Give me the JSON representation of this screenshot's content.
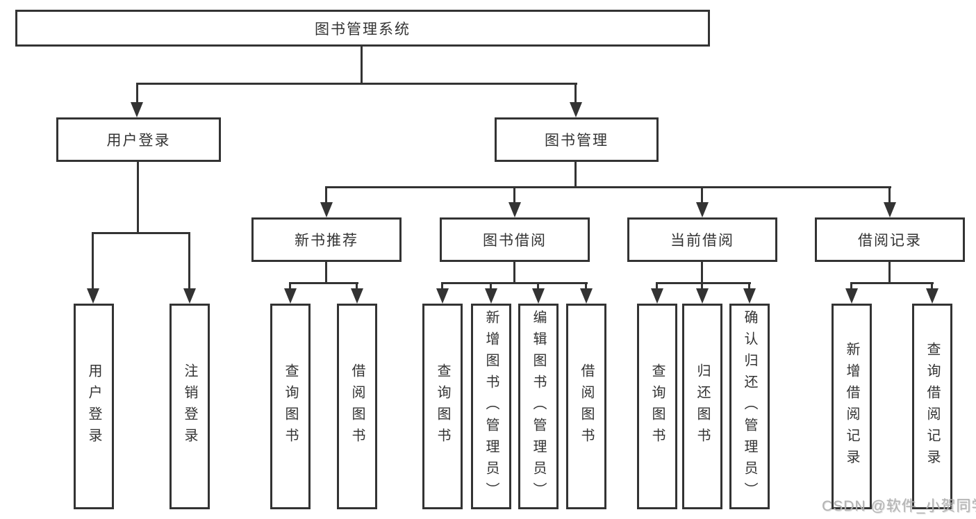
{
  "tree": {
    "root": "图书管理系统",
    "branches": [
      {
        "label": "用户登录",
        "children": [
          "用户登录",
          "注销登录"
        ]
      },
      {
        "label": "图书管理",
        "children": [
          {
            "label": "新书推荐",
            "children": [
              "查询图书",
              "借阅图书"
            ]
          },
          {
            "label": "图书借阅",
            "children": [
              "查询图书",
              "新增图书（管理员）",
              "编辑图书（管理员）",
              "借阅图书"
            ]
          },
          {
            "label": "当前借阅",
            "children": [
              "查询图书",
              "归还图书",
              "确认归还（管理员）"
            ]
          },
          {
            "label": "借阅记录",
            "children": [
              "新增借阅记录",
              "查询借阅记录"
            ]
          }
        ]
      }
    ]
  },
  "watermark": {
    "text": "CSDN @软件_小贺同学"
  },
  "colors": {
    "line": "#333333",
    "text": "#333333",
    "background": "#ffffff",
    "watermark": "#b3b3b3"
  }
}
